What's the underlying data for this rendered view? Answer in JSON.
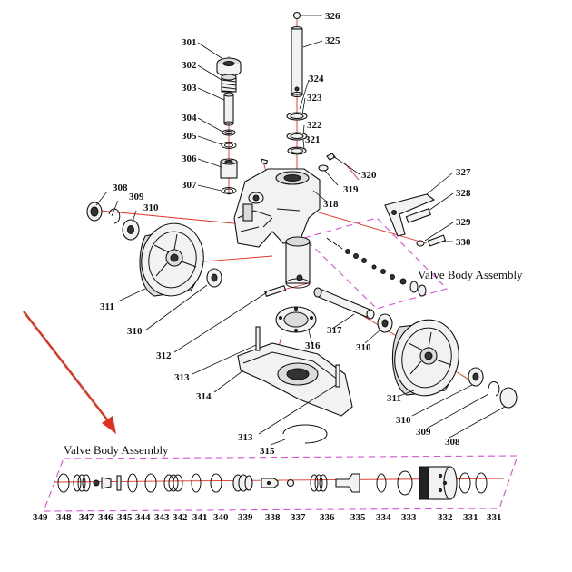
{
  "diagram": {
    "titles": {
      "upper": "Valve Body Assembly",
      "lower": "Valve Body Assembly"
    },
    "colors": {
      "arrow": "#e0301e",
      "centerline": "#e0301e",
      "group_outline": "#d94fd9",
      "ink": "#111111"
    },
    "callouts": {
      "c301": "301",
      "c302": "302",
      "c303": "303",
      "c304": "304",
      "c305": "305",
      "c306": "306",
      "c307": "307",
      "c308a": "308",
      "c309a": "309",
      "c310a": "310",
      "c311a": "311",
      "c310b": "310",
      "c312": "312",
      "c313a": "313",
      "c314": "314",
      "c313b": "313",
      "c315": "315",
      "c316": "316",
      "c317": "317",
      "c310c": "310",
      "c311b": "311",
      "c310d": "310",
      "c309b": "309",
      "c308b": "308",
      "c318": "318",
      "c319": "319",
      "c320": "320",
      "c321": "321",
      "c322": "322",
      "c323": "323",
      "c324": "324",
      "c325": "325",
      "c326": "326",
      "c327": "327",
      "c328": "328",
      "c329": "329",
      "c330": "330"
    },
    "valve_row": [
      "349",
      "348",
      "347",
      "346",
      "345",
      "344",
      "343",
      "342",
      "341",
      "340",
      "339",
      "338",
      "337",
      "336",
      "335",
      "334",
      "333",
      "332",
      "331",
      "331"
    ]
  }
}
